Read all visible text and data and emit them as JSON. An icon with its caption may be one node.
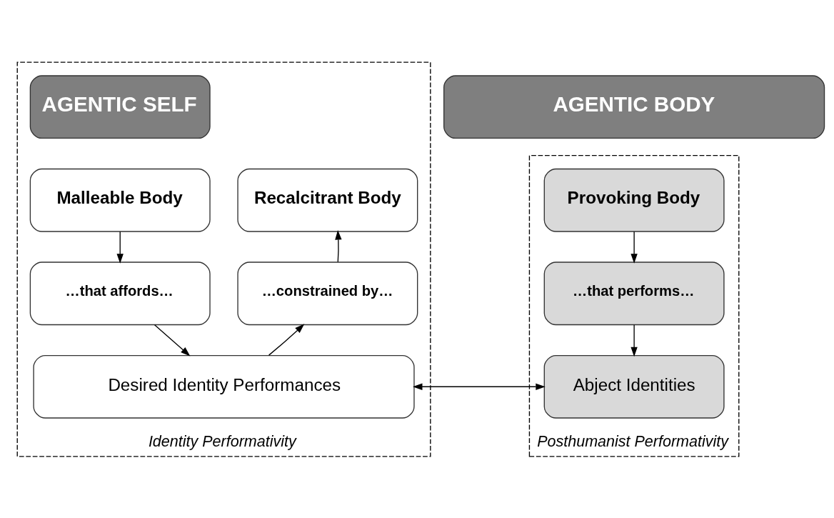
{
  "diagram": {
    "nodes": [
      {
        "text": [
          "Identity Performativity"
        ]
      },
      {
        "text": [
          "Posthumanist Performativity"
        ]
      },
      {
        "text": [
          "AGENTIC SELF"
        ],
        "in": 0
      },
      {
        "text": [
          "AGENTIC BODY"
        ]
      },
      {
        "text": [
          "Malleable Body"
        ],
        "in": 0
      },
      {
        "text": [
          "Recalcitrant Body"
        ],
        "in": 0
      },
      {
        "text": [
          "Provoking Body"
        ],
        "in": 1
      },
      {
        "text": [
          "…that affords…"
        ],
        "in": 0
      },
      {
        "text": [
          "…constrained by…"
        ],
        "in": 0
      },
      {
        "text": [
          "…that performs…"
        ],
        "in": 1
      },
      {
        "text": [
          "Desired Identity Performances"
        ],
        "in": 0
      },
      {
        "text": [
          "Abject Identities"
        ],
        "in": 1
      }
    ],
    "edges": [
      {
        "from": 4,
        "to": 7,
        "arrow": "to"
      },
      {
        "from": 7,
        "to": 10,
        "arrow": "to"
      },
      {
        "from": 10,
        "to": 8,
        "arrow": "to"
      },
      {
        "from": 8,
        "to": 5,
        "arrow": "to"
      },
      {
        "from": 6,
        "to": 9,
        "arrow": "to"
      },
      {
        "from": 9,
        "to": 11,
        "arrow": "to"
      },
      {
        "from": 10,
        "to": 11,
        "arrow": "both"
      }
    ]
  }
}
